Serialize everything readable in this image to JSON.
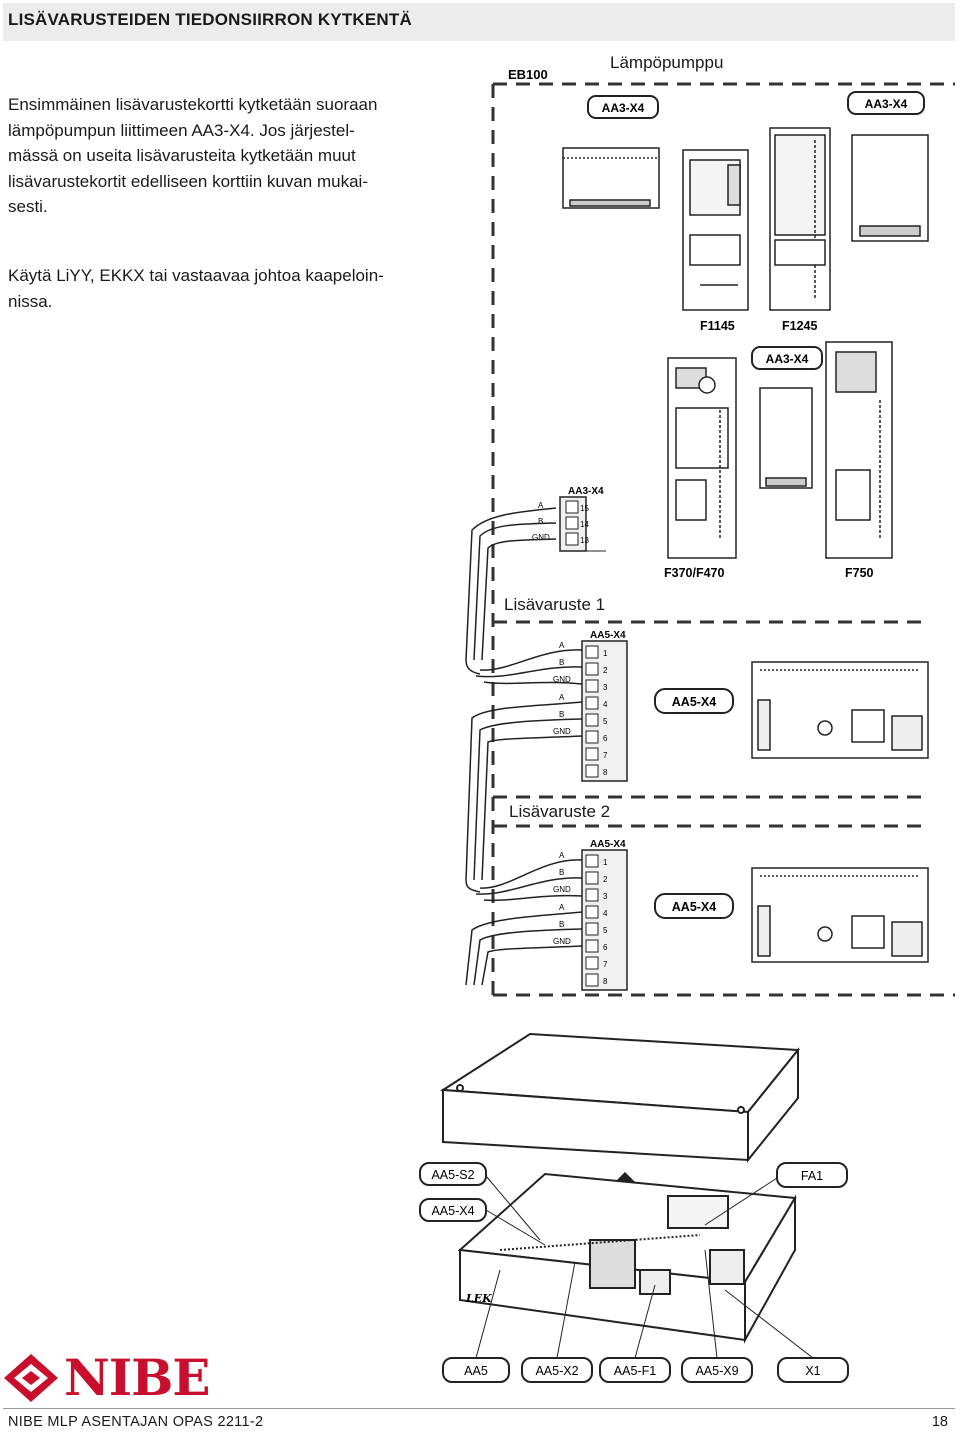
{
  "header": {
    "title": "LISÄVARUSTEIDEN TIEDONSIIRRON KYTKENTÄ"
  },
  "text": {
    "paragraph1": "Ensimmäinen lisävarustekortti kytketään suoraan lämpöpumpun liittimeen AA3-X4. Jos järjestelmässä on useita lisävarusteita kytketään muut lisävarustekortit edelliseen korttiin kuvan mukaisesti.",
    "paragraph1_lines": [
      "Ensimmäinen lisävarustekortti kytketään suoraan",
      "lämpöpumpun liittimeen AA3-X4. Jos järjestel-",
      "mässä on useita lisävarusteita kytketään muut",
      "lisävarustekortit edelliseen korttiin kuvan mukai-",
      "sesti."
    ],
    "paragraph2_lines": [
      "Käytä LiYY, EKKX tai vastaavaa johtoa kaapeloin-",
      "nissa."
    ]
  },
  "diagram": {
    "heatpump_label": "Lämpöpumppu",
    "accessory1_label": "Lisävaruste 1",
    "accessory2_label": "Lisävaruste 2",
    "tags": {
      "eb100": "EB100",
      "aa3_x4": "AA3-X4",
      "aa5_x4": "AA5-X4"
    },
    "models": [
      "F1145",
      "F1245",
      "F370/F470",
      "F750"
    ],
    "terminal_aa3": {
      "title": "AA3-X4",
      "signals": [
        "A",
        "B",
        "GND"
      ],
      "pins": [
        "15",
        "14",
        "13"
      ]
    },
    "terminal_aa5": {
      "title": "AA5-X4",
      "signals": [
        "A",
        "B",
        "GND",
        "A",
        "B",
        "GND"
      ],
      "pins": [
        "1",
        "2",
        "3",
        "4",
        "5",
        "6",
        "7",
        "8"
      ]
    },
    "box_callouts_top": [
      "AA5-S2",
      "AA5-X4",
      "FA1"
    ],
    "box_callouts_bottom": [
      "AA5",
      "AA5-X2",
      "AA5-F1",
      "AA5-X9",
      "X1"
    ],
    "box_brand": "LEK"
  },
  "footer": {
    "doc": "NIBE MLP ASENTAJAN OPAS 2211-2",
    "page": "18",
    "logo_text": "NIBE"
  },
  "colors": {
    "brand": "#c8102e",
    "header_band": "#ececec"
  }
}
